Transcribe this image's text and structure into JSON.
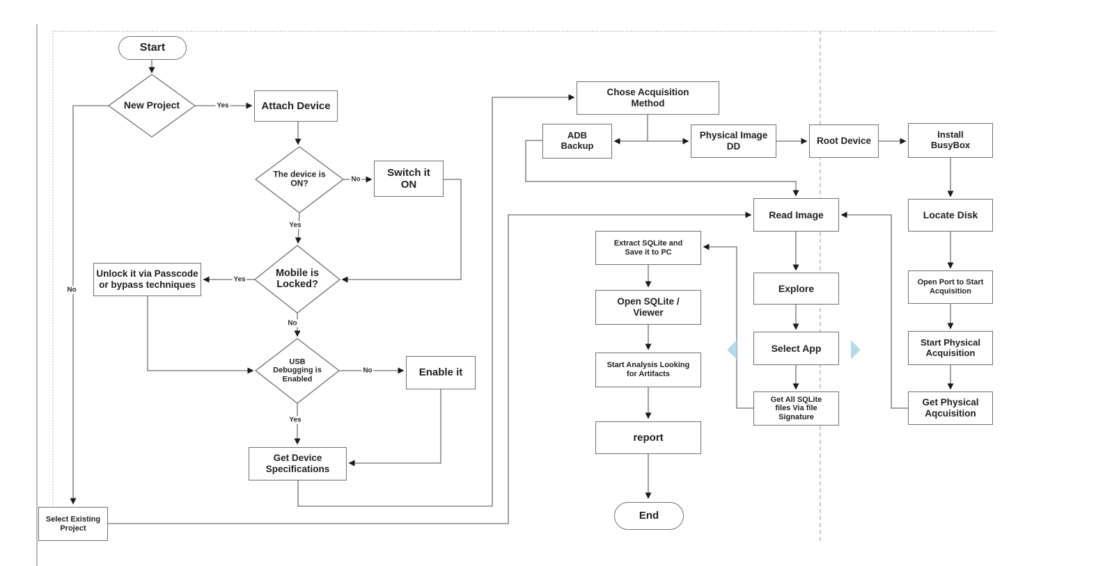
{
  "diagram": {
    "nodes": {
      "start": "Start",
      "new_project": "New Project",
      "attach_device": "Attach Device",
      "device_on": "The device is ON?",
      "switch_it_on": "Switch it ON",
      "mobile_locked": "Mobile is Locked?",
      "unlock": "Unlock it via Passcode or bypass techniques",
      "usb_debugging": "USB Debugging is Enabled",
      "enable_it": "Enable it",
      "get_device_specs": "Get Device Specifications",
      "select_existing": "Select Existing Project",
      "chose_acquisition": "Chose Acquisition Method",
      "adb_backup": "ADB Backup",
      "physical_image_dd": "Physical Image DD",
      "root_device": "Root Device",
      "install_busybox": "Install BusyBox",
      "locate_disk": "Locate Disk",
      "open_port": "Open Port to Start Acquisition",
      "start_physical": "Start Physical Acquisition",
      "get_physical": "Get Physical Aqcuisition",
      "read_image": "Read Image",
      "explore": "Explore",
      "select_app": "Select App",
      "get_all_sqlite": "Get All SQLite files Via file Signature",
      "extract_sqlite": "Extract SQLite and Save it to PC",
      "open_sqlite_viewer": "Open SQLite / Viewer",
      "start_analysis": "Start Analysis Looking for Artifacts",
      "report": "report",
      "end": "End"
    },
    "edge_labels": {
      "new_project_yes": "Yes",
      "new_project_no": "No",
      "device_on_no": "No",
      "device_on_yes": "Yes",
      "mobile_locked_yes": "Yes",
      "mobile_locked_no": "No",
      "usb_no": "No",
      "usb_yes": "Yes"
    },
    "icons": {
      "page_nav_left": "chevron-left",
      "page_nav_right": "chevron-right"
    },
    "colors": {
      "line": "#6e6e6e",
      "arrowhead": "#1a1a1a",
      "text": "#1f1f1f",
      "chevron": "#b5d9ea",
      "page_break_dash": "#c9c9c9",
      "page_edge": "#b5b5b5"
    }
  }
}
